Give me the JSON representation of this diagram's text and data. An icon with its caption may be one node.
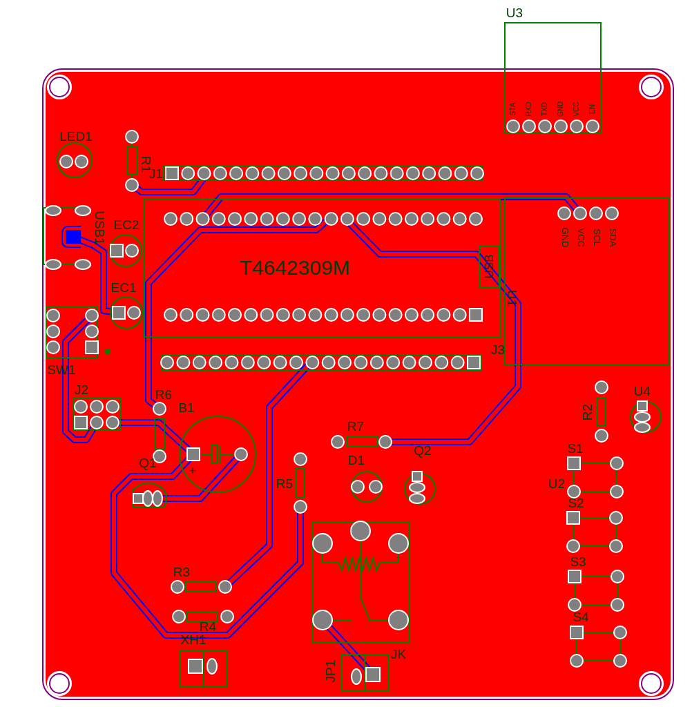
{
  "diagram": {
    "labels": [
      "U3",
      "STA",
      "RXD",
      "TXD",
      "GND",
      "VCC",
      "EN",
      "LED1",
      "R1",
      "J1",
      "USB1",
      "EC2",
      "T4642309M",
      "GND",
      "VCC",
      "SCL",
      "SDA",
      "USB",
      "EC1",
      "U1",
      "SW1",
      "J3",
      "J2",
      "R6",
      "B1",
      "R2",
      "U4",
      "R7",
      "Q2",
      "+",
      "S1",
      "D1",
      "Q1",
      "R5",
      "U2",
      "S2",
      "S3",
      "R3",
      "S4",
      "R4",
      "XH1",
      "JK",
      "JP1"
    ]
  }
}
